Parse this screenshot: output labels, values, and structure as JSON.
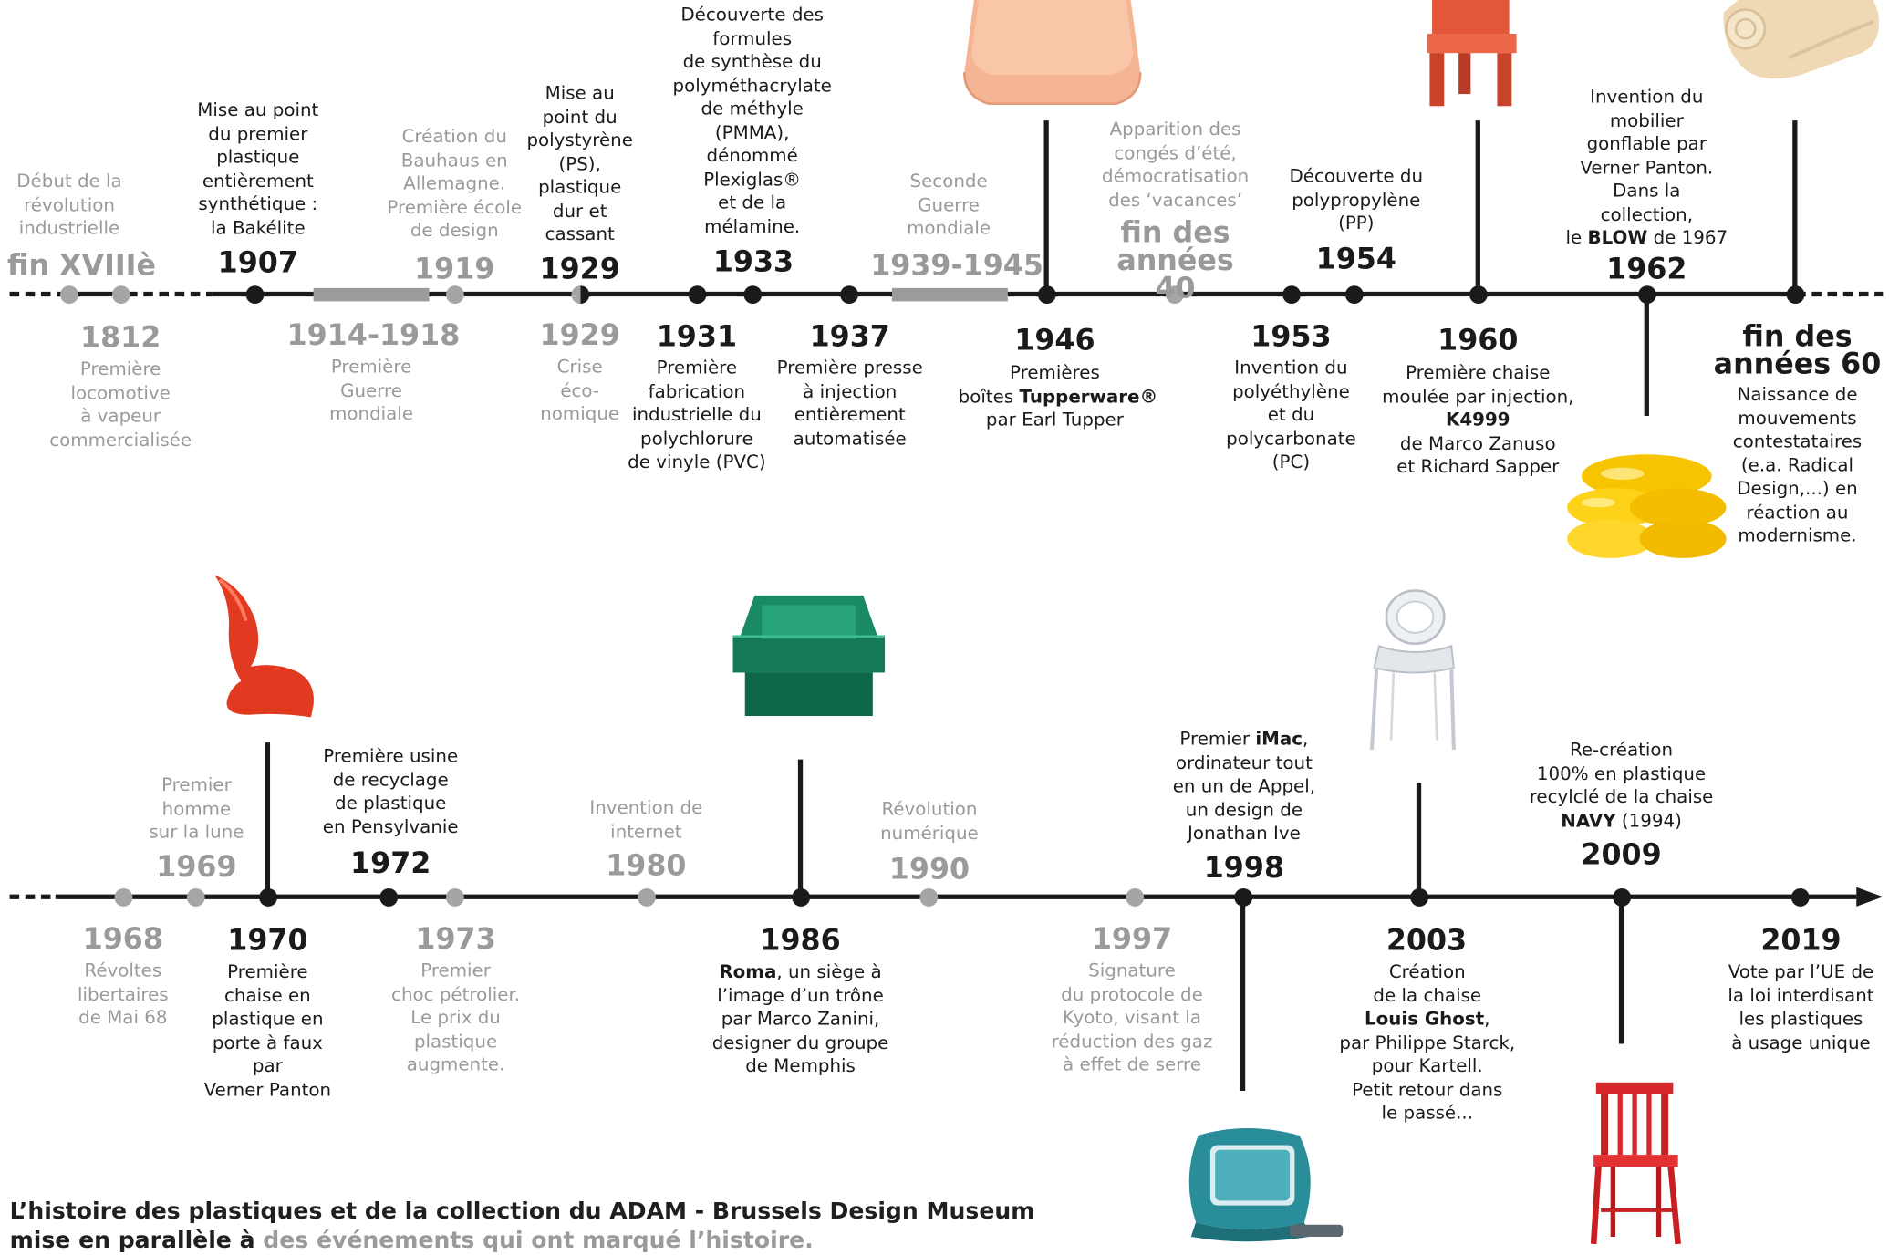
{
  "timeline_top": {
    "events_above": [
      {
        "id": "xviii",
        "year": "fin XVIIIè",
        "text": [
          "Début de la",
          "révolution",
          "industrielle"
        ],
        "tone": "g"
      },
      {
        "id": "1907",
        "year": "1907",
        "text": [
          "Mise au point",
          "du premier",
          "plastique",
          "entièrement",
          "synthétique :",
          "la Bakélite"
        ],
        "tone": "k"
      },
      {
        "id": "1919",
        "year": "1919",
        "text": [
          "Création du",
          "Bauhaus en",
          "Allemagne.",
          "Première école",
          "de design"
        ],
        "tone": "g"
      },
      {
        "id": "1929a",
        "year": "1929",
        "text": [
          "Mise au",
          "point du",
          "polystyrène",
          "(PS),",
          "plastique",
          "dur et",
          "cassant"
        ],
        "tone": "k"
      },
      {
        "id": "1933",
        "year": "1933",
        "text": [
          "Découverte des",
          "formules",
          "de synthèse du",
          "polyméthacrylate",
          "de méthyle",
          "(PMMA),",
          "dénommé",
          "Plexiglas®",
          "et de la",
          "mélamine."
        ],
        "tone": "k"
      },
      {
        "id": "1939",
        "year": "1939-1945",
        "text": [
          "Seconde",
          "Guerre",
          "mondiale"
        ],
        "tone": "g"
      },
      {
        "id": "40s",
        "year": "fin des années 40",
        "text": [
          "Apparition des",
          "congés d’été,",
          "démocratisation",
          "des ‘vacances’"
        ],
        "tone": "g"
      },
      {
        "id": "1954",
        "year": "1954",
        "text": [
          "Découverte du",
          "polypropylène",
          "(PP)"
        ],
        "tone": "k"
      },
      {
        "id": "1962",
        "year": "1962",
        "text": [
          "Invention du",
          "mobilier",
          "gonflable par",
          "Verner Panton.",
          "Dans la",
          "collection,"
        ],
        "last_prefix": "le ",
        "last_bold": "BLOW",
        "last_suffix": " de 1967",
        "tone": "k"
      }
    ],
    "events_below": [
      {
        "id": "1812",
        "year": "1812",
        "text": [
          "Première",
          "locomotive",
          "à vapeur",
          "commercialisée"
        ],
        "tone": "g"
      },
      {
        "id": "1914",
        "year": "1914-1918",
        "text": [
          "Première",
          "Guerre",
          "mondiale"
        ],
        "tone": "g"
      },
      {
        "id": "1929b",
        "year": "1929",
        "text": [
          "Crise",
          "éco-",
          "nomique"
        ],
        "tone": "g"
      },
      {
        "id": "1931",
        "year": "1931",
        "text": [
          "Première",
          "fabrication",
          "industrielle du",
          "polychlorure",
          "de vinyle (PVC)"
        ],
        "tone": "k"
      },
      {
        "id": "1937",
        "year": "1937",
        "text": [
          "Première presse",
          "à injection",
          "entièrement",
          "automatisée"
        ],
        "tone": "k"
      },
      {
        "id": "1946",
        "year": "1946",
        "line1": "Premières",
        "line2_prefix": "boîtes ",
        "line2_bold": "Tupperware®",
        "line3": "par Earl Tupper",
        "tone": "k"
      },
      {
        "id": "1953",
        "year": "1953",
        "text": [
          "Invention du",
          "polyéthylène",
          "et du",
          "polycarbonate",
          "(PC)"
        ],
        "tone": "k"
      },
      {
        "id": "1960",
        "year": "1960",
        "line1": "Première chaise",
        "line2": "moulée par injection,",
        "bold": "K4999",
        "line4": "de Marco Zanuso",
        "line5": "et Richard Sapper",
        "tone": "k"
      },
      {
        "id": "60s",
        "year": "fin des années 60",
        "text": [
          "Naissance de",
          "mouvements",
          "contestataires",
          "(e.a. Radical",
          "Design,...) en",
          "réaction au",
          "modernisme."
        ],
        "tone": "k"
      }
    ]
  },
  "timeline_bottom": {
    "events_above": [
      {
        "id": "1969",
        "year": "1969",
        "text": [
          "Premier",
          "homme",
          "sur la lune"
        ],
        "tone": "g"
      },
      {
        "id": "1972",
        "year": "1972",
        "text": [
          "Première usine",
          "de recyclage",
          "de plastique",
          "en Pensylvanie"
        ],
        "tone": "k"
      },
      {
        "id": "1980",
        "year": "1980",
        "text": [
          "Invention de",
          "internet"
        ],
        "tone": "g"
      },
      {
        "id": "1990",
        "year": "1990",
        "text": [
          "Révolution",
          "numérique"
        ],
        "tone": "g"
      },
      {
        "id": "1998",
        "year": "1998",
        "l1_prefix": "Premier ",
        "l1_bold": "iMac",
        ",": ",",
        "text": [
          "ordinateur tout",
          "en un de Appel,",
          "un design de",
          "Jonathan Ive"
        ],
        "tone": "k"
      },
      {
        "id": "2009",
        "year": "2009",
        "text": [
          "Re-création",
          "100% en plastique",
          "recylclé de la chaise"
        ],
        "bold": "NAVY",
        "suffix": " (1994)",
        "tone": "k"
      }
    ],
    "events_below": [
      {
        "id": "1968",
        "year": "1968",
        "text": [
          "Révoltes",
          "libertaires",
          "de Mai 68"
        ],
        "tone": "g"
      },
      {
        "id": "1970",
        "year": "1970",
        "text": [
          "Première",
          "chaise en",
          "plastique en",
          "porte à faux",
          "par",
          "Verner Panton"
        ],
        "tone": "k"
      },
      {
        "id": "1973",
        "year": "1973",
        "text": [
          "Premier",
          "choc pétrolier.",
          "Le prix du",
          "plastique",
          "augmente."
        ],
        "tone": "g"
      },
      {
        "id": "1986",
        "year": "1986",
        "bold": "Roma",
        "l1_suffix": ", un siège à",
        "text": [
          "l’image d’un trône",
          "par Marco Zanini,",
          "designer du groupe",
          "de Memphis"
        ],
        "tone": "k"
      },
      {
        "id": "1997",
        "year": "1997",
        "text": [
          "Signature",
          "du protocole de",
          "Kyoto, visant la",
          "réduction des gaz",
          "à effet de serre"
        ],
        "tone": "g"
      },
      {
        "id": "2003",
        "year": "2003",
        "l1": "Création",
        "l2": "de la chaise",
        "bold": "Louis Ghost",
        "text": [
          "par Philippe Starck,",
          "pour Kartell.",
          "Petit retour dans",
          "le passé..."
        ],
        "tone": "k"
      },
      {
        "id": "2019",
        "year": "2019",
        "text": [
          "Vote par l’UE de",
          "la loi interdisant",
          "les plastiques",
          "à usage unique"
        ],
        "tone": "k"
      }
    ]
  },
  "footer": {
    "line1": "L’histoire des plastiques et de la collection du  ADAM - Brussels Design Museum",
    "line2_prefix": "mise en parallèle à ",
    "line2_gray": "des événements qui ont marqué l’histoire."
  },
  "images": {
    "tupperware": "tupperware-box-image",
    "chair_red_k4999": "red-plastic-chair-image",
    "blow_chair": "inflatable-chair-image",
    "yellow_inflatable": "yellow-inflatable-armchair-image",
    "panton_chair": "panton-chair-image",
    "roma_throne": "roma-green-throne-image",
    "ghost_chair": "louis-ghost-chair-image",
    "imac": "imac-image",
    "navy_chair": "red-navy-chair-image"
  },
  "colors": {
    "black": "#1a1a1a",
    "gray": "#9a9a9a",
    "band": "#9b9b9b"
  }
}
